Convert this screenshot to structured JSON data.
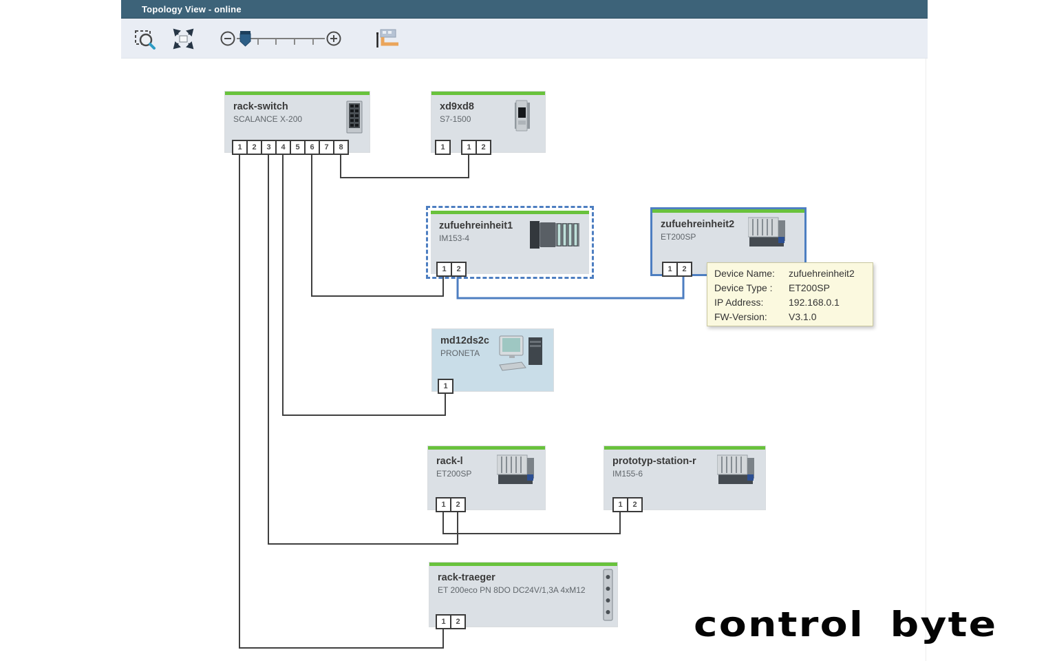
{
  "window": {
    "title": "Topology View - online"
  },
  "toolbar": {
    "icons": [
      "zoom-selection",
      "fit-to-view",
      "zoom-out",
      "zoom-slider",
      "zoom-in",
      "topology-connect"
    ]
  },
  "devices": [
    {
      "name": "rack-switch",
      "type": "SCALANCE X-200",
      "ports": [
        "1",
        "2",
        "3",
        "4",
        "5",
        "6",
        "7",
        "8"
      ]
    },
    {
      "name": "xd9xd8",
      "type": "S7-1500",
      "port_groups": [
        [
          "1"
        ],
        [
          "1",
          "2"
        ]
      ]
    },
    {
      "name": "zufuehreinheit1",
      "type": "IM153-4",
      "ports": [
        "1",
        "2"
      ],
      "selection": "dashed-highlight"
    },
    {
      "name": "zufuehreinheit2",
      "type": "ET200SP",
      "ports": [
        "1",
        "2"
      ],
      "selection": "solid-highlight"
    },
    {
      "name": "md12ds2c",
      "type": "PRONETA",
      "ports": [
        "1"
      ]
    },
    {
      "name": "rack-l",
      "type": "ET200SP",
      "ports": [
        "1",
        "2"
      ]
    },
    {
      "name": "prototyp-station-r",
      "type": "IM155-6",
      "ports": [
        "1",
        "2"
      ]
    },
    {
      "name": "rack-traeger",
      "type": "ET 200eco PN 8DO DC24V/1,3A 4xM12",
      "ports": [
        "1",
        "2"
      ]
    }
  ],
  "tooltip": {
    "rows": [
      {
        "label": "Device Name:",
        "value": "zufuehreinheit2"
      },
      {
        "label": "Device Type :",
        "value": "ET200SP"
      },
      {
        "label": "IP Address:",
        "value": "192.168.0.1"
      },
      {
        "label": "FW-Version:",
        "value": "V3.1.0"
      }
    ]
  },
  "logo": {
    "text": "control byte"
  },
  "colors": {
    "titlebar": "#3d6379",
    "status_green": "#69c23c",
    "accent_blue": "#4d7ec1",
    "wire_dark": "#3f3f3f",
    "tooltip_bg": "#fbf9df",
    "device_bg": "#dbe0e5",
    "pc_bg": "#c9dde8"
  }
}
